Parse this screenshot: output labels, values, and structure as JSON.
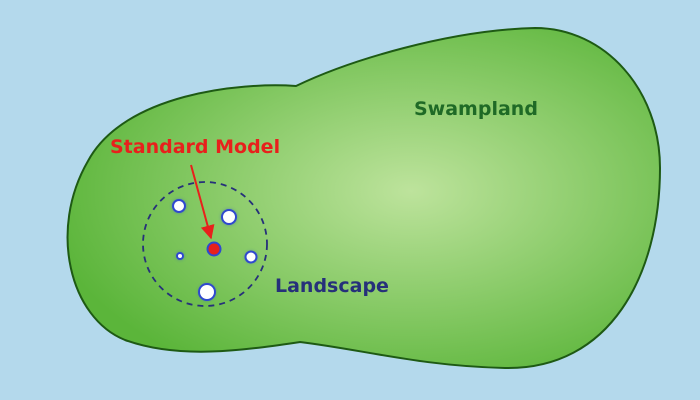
{
  "labels": {
    "swampland": "Swampland",
    "standard_model": "Standard Model",
    "landscape": "Landscape"
  },
  "colors": {
    "background": "#b4d9ec",
    "blob_edge": "#1e5a14",
    "blob_fill_outer": "#5bb53a",
    "blob_fill_center": "#bde39c",
    "swampland_text": "#1f6a26",
    "standard_model": "#e8201c",
    "landscape": "#26307a",
    "dot_fill": "#ffffff",
    "dot_ring": "#2f48cf"
  },
  "vacua_count": 5
}
